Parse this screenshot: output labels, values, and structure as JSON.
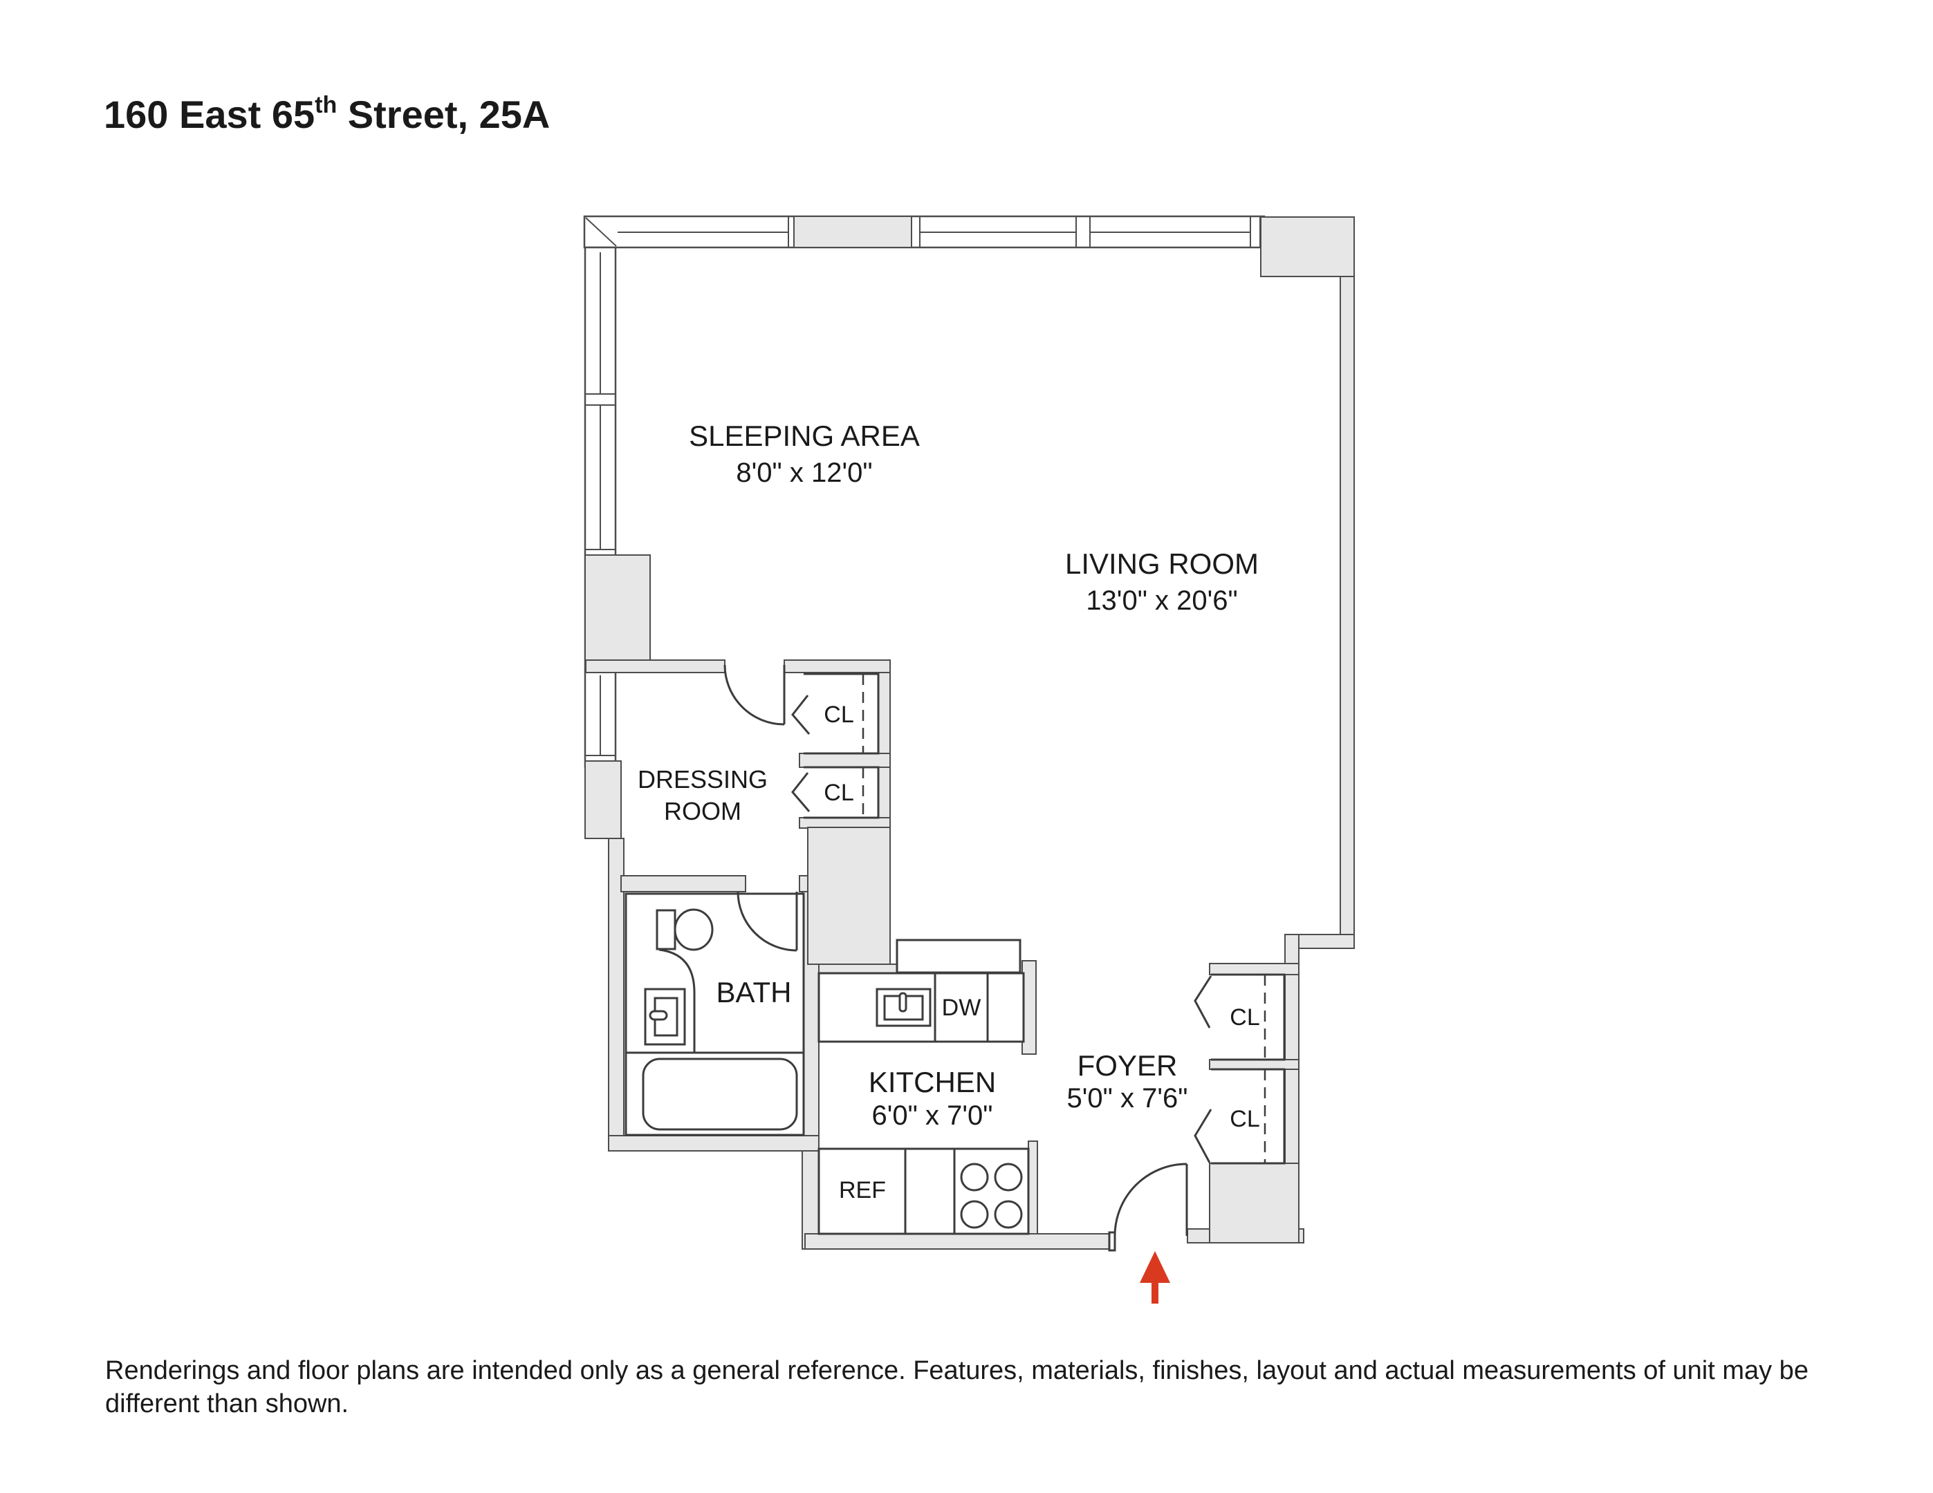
{
  "page": {
    "title": {
      "before_sup": "160 East 65",
      "sup": "th",
      "after_sup": " Street, 25A"
    }
  },
  "rooms": {
    "sleeping": {
      "name": "SLEEPING AREA",
      "dims": "8'0\" x 12'0\""
    },
    "living": {
      "name": "LIVING ROOM",
      "dims": "13'0\" x 20'6\""
    },
    "dressing": {
      "line1": "DRESSING",
      "line2": "ROOM"
    },
    "bath": {
      "name": "BATH"
    },
    "kitchen": {
      "name": "KITCHEN",
      "dims": "6'0\" x 7'0\""
    },
    "foyer": {
      "name": "FOYER",
      "dims": "5'0\" x 7'6\""
    }
  },
  "closets": {
    "dressing_upper": "CL",
    "dressing_lower": "CL",
    "foyer_upper": "CL",
    "foyer_lower": "CL"
  },
  "appliances": {
    "dishwasher": "DW",
    "refrigerator": "REF"
  },
  "footer": {
    "line1": "Renderings and floor plans are intended only as a general reference. Features, materials, finishes, layout and actual measurements of unit may be",
    "line2": "different than shown."
  },
  "colors": {
    "background": "#ffffff",
    "wall_fill": "#e7e7e7",
    "wall_line": "#4d4d4d",
    "fixture_line": "#3c3c3c",
    "text": "#1a1a1a",
    "entry_arrow": "#d93a1f"
  }
}
